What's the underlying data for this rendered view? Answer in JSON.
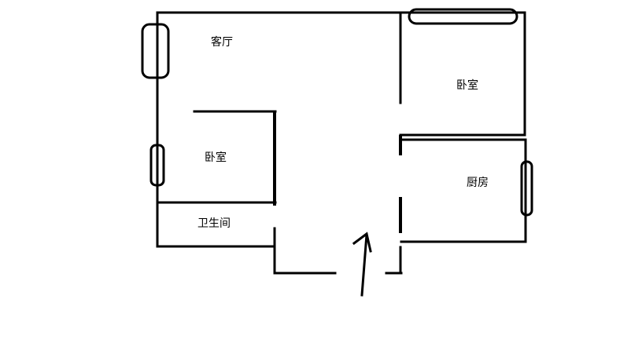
{
  "rooms": {
    "living_room": "客厅",
    "bedroom_right": "卧室",
    "bedroom_left": "卧室",
    "kitchen": "厨房",
    "bathroom": "卫生间"
  },
  "colors": {
    "line": "#000000",
    "background": "#ffffff"
  }
}
